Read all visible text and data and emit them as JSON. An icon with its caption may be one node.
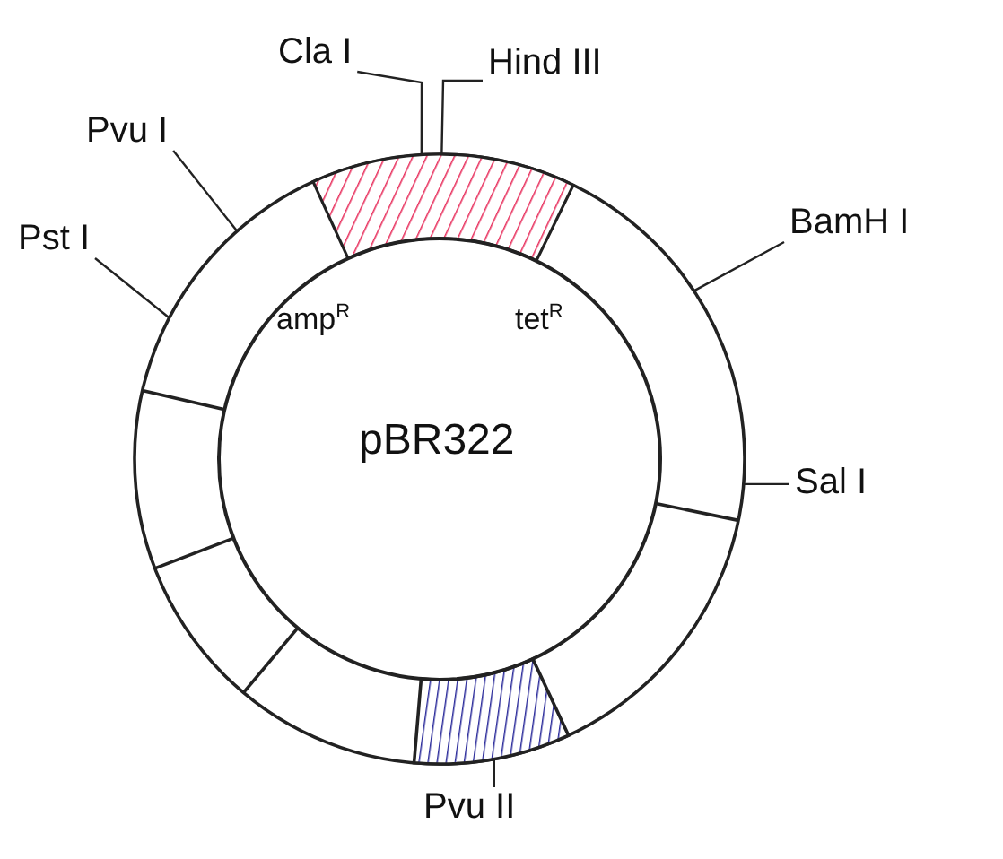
{
  "diagram": {
    "nodes": [
      {
        "text": [
          "pBR322"
        ]
      },
      {
        "text": [
          "Cla I"
        ]
      },
      {
        "text": [
          "Hind III"
        ]
      },
      {
        "text": [
          "Pvu I"
        ]
      },
      {
        "text": [
          "Pst I"
        ]
      },
      {
        "text": [
          "BamH I"
        ]
      },
      {
        "text": [
          "Sal I"
        ]
      },
      {
        "text": [
          "Pvu II"
        ]
      }
    ],
    "edges": [
      {
        "from": 1,
        "to": 0,
        "arrow": "none"
      },
      {
        "from": 2,
        "to": 0,
        "arrow": "none"
      },
      {
        "from": 3,
        "to": 0,
        "arrow": "none"
      },
      {
        "from": 4,
        "to": 0,
        "arrow": "none"
      },
      {
        "from": 5,
        "to": 0,
        "arrow": "none"
      },
      {
        "from": 6,
        "to": 0,
        "arrow": "none"
      },
      {
        "from": 7,
        "to": 0,
        "arrow": "none"
      }
    ],
    "labels": [
      "amp$^{R}$",
      "tet$^{R}$"
    ]
  }
}
